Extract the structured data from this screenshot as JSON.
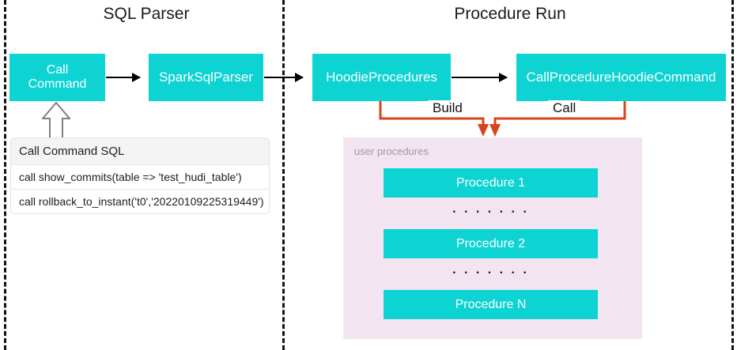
{
  "sections": {
    "left_title": "SQL Parser",
    "right_title": "Procedure Run"
  },
  "nodes": {
    "call_command": "Call\nCommand",
    "spark_sql_parser": "SparkSqlParser",
    "hoodie_procedures": "HoodieProcedures",
    "call_procedure_hoodie_command": "CallProcedureHoodieCommand"
  },
  "edges": {
    "build_label": "Build",
    "call_label": "Call"
  },
  "sql_table": {
    "header": "Call Command SQL",
    "rows": [
      "call show_commits(table => 'test_hudi_table')",
      "call rollback_to_instant('t0','20220109225319449')"
    ]
  },
  "procedures_panel": {
    "caption": "user procedures",
    "items": [
      "Procedure 1",
      "Procedure 2",
      "Procedure N"
    ],
    "separator": "・・・・・・・",
    "dots_1": ". . . . . . .",
    "dots_2": ". . . . . . ."
  },
  "icons": {
    "hollow_up_arrow": "hollow-up-arrow-icon",
    "arrow_right": "arrow-right-icon",
    "orange_build_arrow": "orange-down-arrow-icon",
    "orange_call_arrow": "orange-down-arrow-icon"
  },
  "colors": {
    "node_cyan": "#0ED3D3",
    "panel_pink": "#F2E5F1",
    "connector_orange": "#D9441A",
    "divider_black": "#111111",
    "caption_gray": "#9b9b9b"
  }
}
